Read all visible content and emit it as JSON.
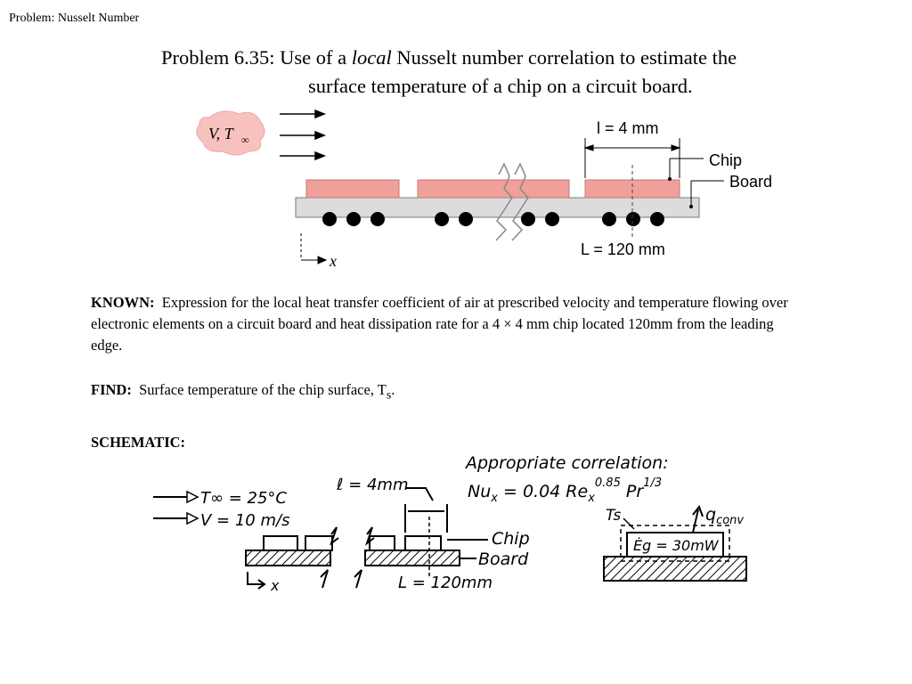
{
  "header": {
    "label": "Problem: Nusselt Number"
  },
  "title": {
    "line1_a": "Problem 6.35:   Use of a ",
    "line1_em": "local",
    "line1_b": " Nusselt number correlation to estimate the",
    "line2": "surface temperature of a chip on a circuit board."
  },
  "figure": {
    "flow_label_v": "V, T",
    "flow_label_sub": "∞",
    "l_label": "l = 4 mm",
    "chip_label": "Chip",
    "board_label": "Board",
    "L_label": "L = 120 mm",
    "x_label": "x"
  },
  "known": {
    "label": "KNOWN:",
    "text": "Expression for the local heat transfer coefficient of air at prescribed velocity and temperature flowing over electronic elements on a circuit board and heat dissipation rate for a 4 × 4 mm chip located 120mm from the leading edge."
  },
  "find": {
    "label": "FIND:",
    "text": "Surface temperature of the chip surface, T",
    "sub": "s",
    "end": "."
  },
  "schematic": {
    "label": "SCHEMATIC:",
    "corr_heading": "Appropriate correlation:",
    "corr_nu": "Nu",
    "corr_nu_sub": "x",
    "corr_eq": " = 0.04 Re",
    "corr_re_sub": "x",
    "corr_re_exp": "0.85",
    "corr_pr": " Pr",
    "corr_pr_exp": "1/3",
    "t_inf": "T∞ = 25°C",
    "v": "V = 10 m/s",
    "l_hand": "ℓ = 4mm",
    "chip": "Chip",
    "board": "Board",
    "L_hand": "L = 120mm",
    "x_hand": "x",
    "ts": "Ts",
    "q": "q",
    "q_sub": "conv",
    "eg": "Ėg = 30mW"
  },
  "colors": {
    "chip_fill": "#f0a09a",
    "board_fill": "#dcdcdc",
    "cloud_fill": "#f7c2bd"
  }
}
